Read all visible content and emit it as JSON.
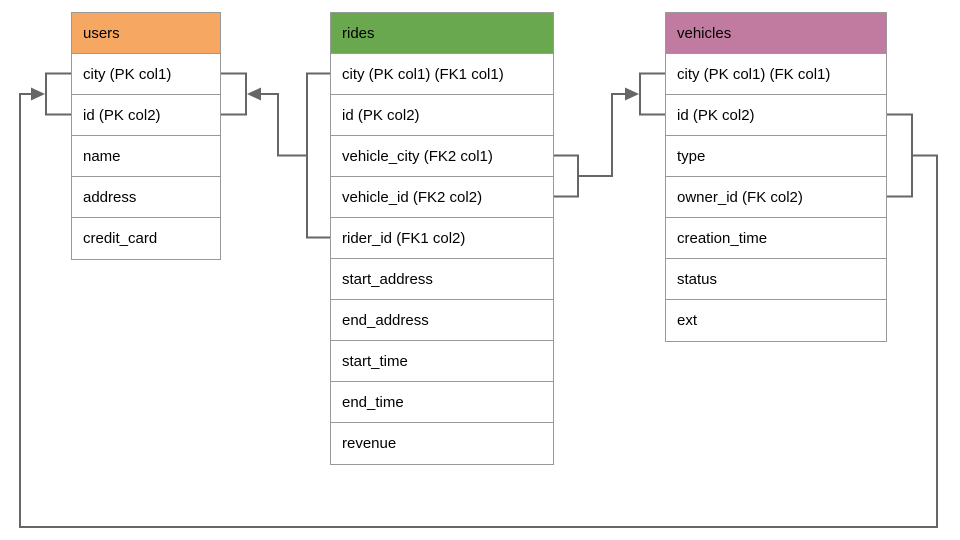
{
  "colors": {
    "users_header": "#F6A761",
    "rides_header": "#6AA84F",
    "vehicles_header": "#C27BA0",
    "connector": "#666666",
    "border": "#999999",
    "text": "#000000",
    "row_bg": "#FFFFFF"
  },
  "tables": [
    {
      "id": "users",
      "name": "users",
      "rows": [
        "city (PK col1)",
        "id (PK col2)",
        "name",
        "address",
        "credit_card"
      ]
    },
    {
      "id": "rides",
      "name": "rides",
      "rows": [
        "city (PK col1) (FK1 col1)",
        "id (PK col2)",
        "vehicle_city (FK2 col1)",
        "vehicle_id (FK2 col2)",
        "rider_id (FK1 col2)",
        "start_address",
        "end_address",
        "start_time",
        "end_time",
        "revenue"
      ]
    },
    {
      "id": "vehicles",
      "name": "vehicles",
      "rows": [
        "city (PK col1) (FK col1)",
        "id (PK col2)",
        "type",
        "owner_id (FK col2)",
        "creation_time",
        "status",
        "ext"
      ]
    }
  ],
  "relationships": [
    {
      "name": "rides-to-users",
      "from_table": "rides",
      "from_rows": [
        "city (PK col1) (FK1 col1)",
        "rider_id (FK1 col2)"
      ],
      "to_table": "users",
      "to_rows": [
        "city (PK col1)",
        "id (PK col2)"
      ],
      "key": "FK1"
    },
    {
      "name": "rides-to-vehicles",
      "from_table": "rides",
      "from_rows": [
        "vehicle_city (FK2 col1)",
        "vehicle_id (FK2 col2)"
      ],
      "to_table": "vehicles",
      "to_rows": [
        "city (PK col1) (FK col1)",
        "id (PK col2)"
      ],
      "key": "FK2"
    },
    {
      "name": "vehicles-to-users",
      "from_table": "vehicles",
      "from_rows": [
        "id (PK col2)",
        "owner_id (FK col2)"
      ],
      "to_table": "users",
      "to_rows": [
        "city (PK col1)",
        "id (PK col2)"
      ],
      "key": "FK"
    }
  ]
}
